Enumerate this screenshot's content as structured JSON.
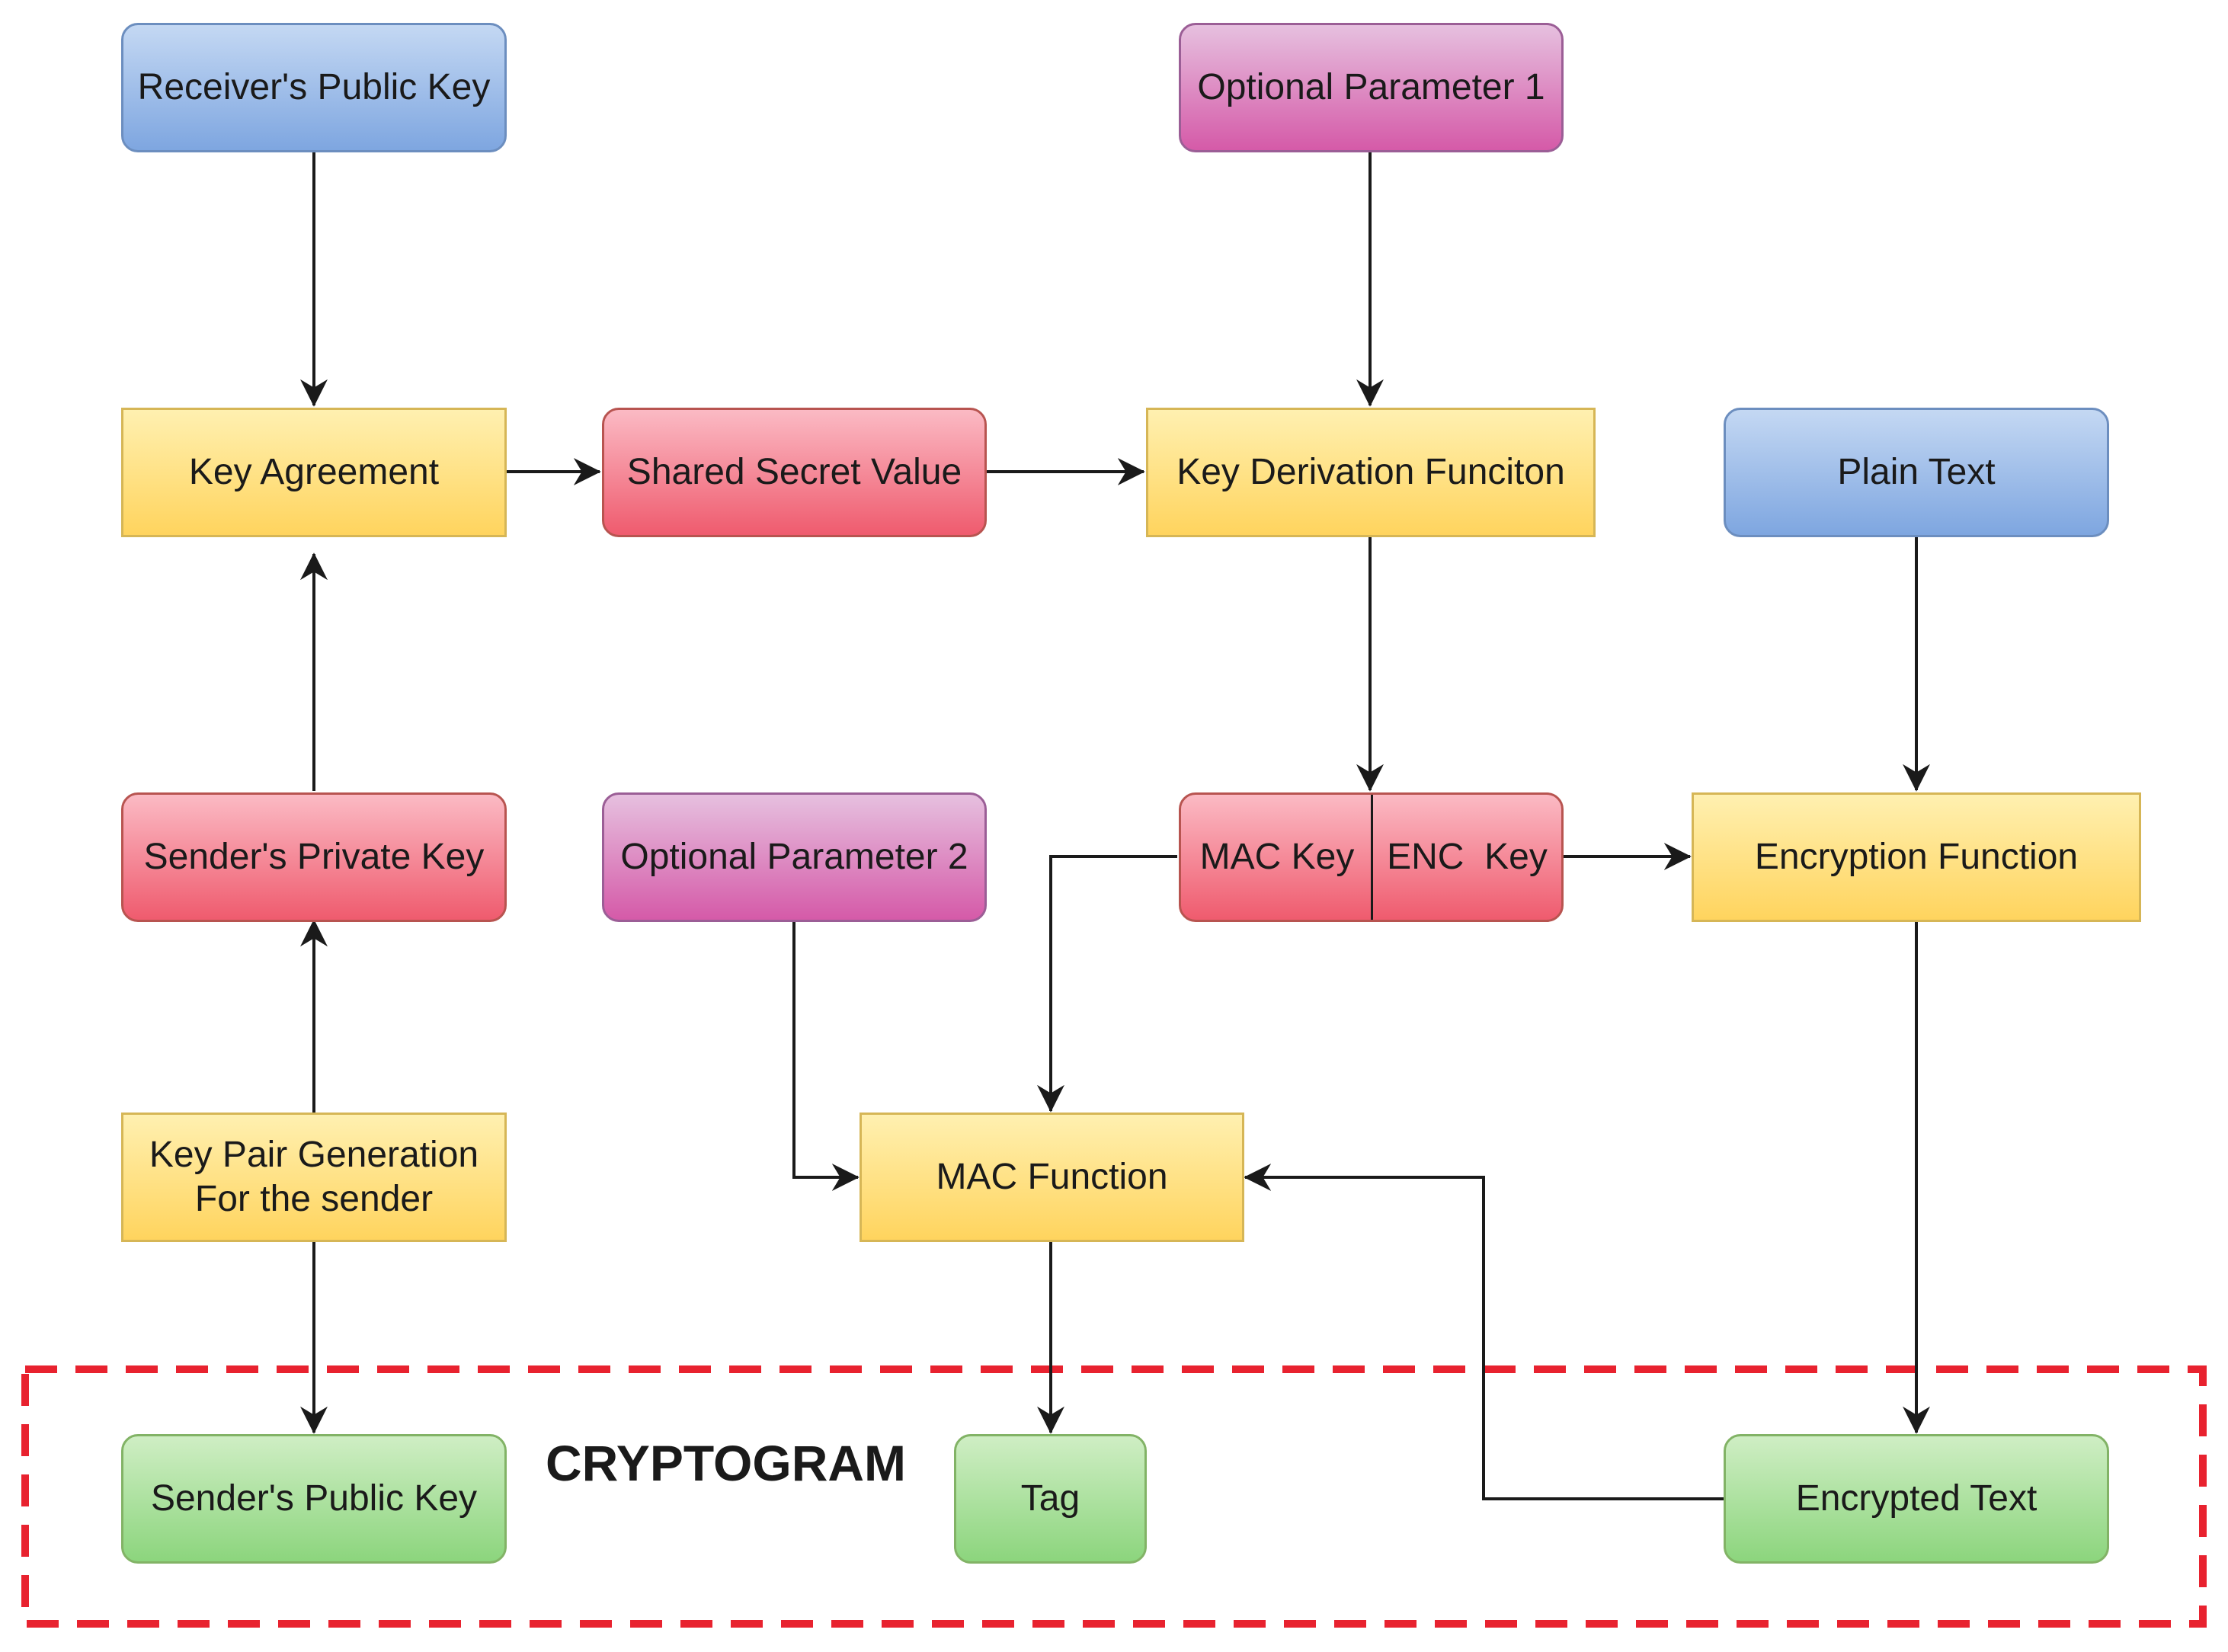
{
  "nodes": {
    "receivers_public_key": "Receiver's Public Key",
    "optional_parameter_1": "Optional Parameter 1",
    "key_agreement": "Key Agreement",
    "shared_secret_value": "Shared Secret Value",
    "key_derivation_function": "Key Derivation Funciton",
    "plain_text": "Plain Text",
    "senders_private_key": "Sender's Private Key",
    "optional_parameter_2": "Optional Parameter 2",
    "mac_key": "MAC Key",
    "enc_key": "ENC  Key",
    "encryption_function": "Encryption Function",
    "key_pair_generation_line1": "Key Pair Generation",
    "key_pair_generation_line2": "For the sender",
    "mac_function": "MAC Function",
    "senders_public_key": "Sender's Public Key",
    "tag": "Tag",
    "encrypted_text": "Encrypted Text"
  },
  "cryptogram_label": "CRYPTOGRAM",
  "colors": {
    "blue_fill": "#7ea6e0",
    "yellow_fill": "#ffd45e",
    "red_fill": "#ef5b6e",
    "purple_fill": "#d55aa8",
    "green_fill": "#8cd57d",
    "dashed_border": "#e8222f",
    "edge": "#1a1a1a"
  }
}
